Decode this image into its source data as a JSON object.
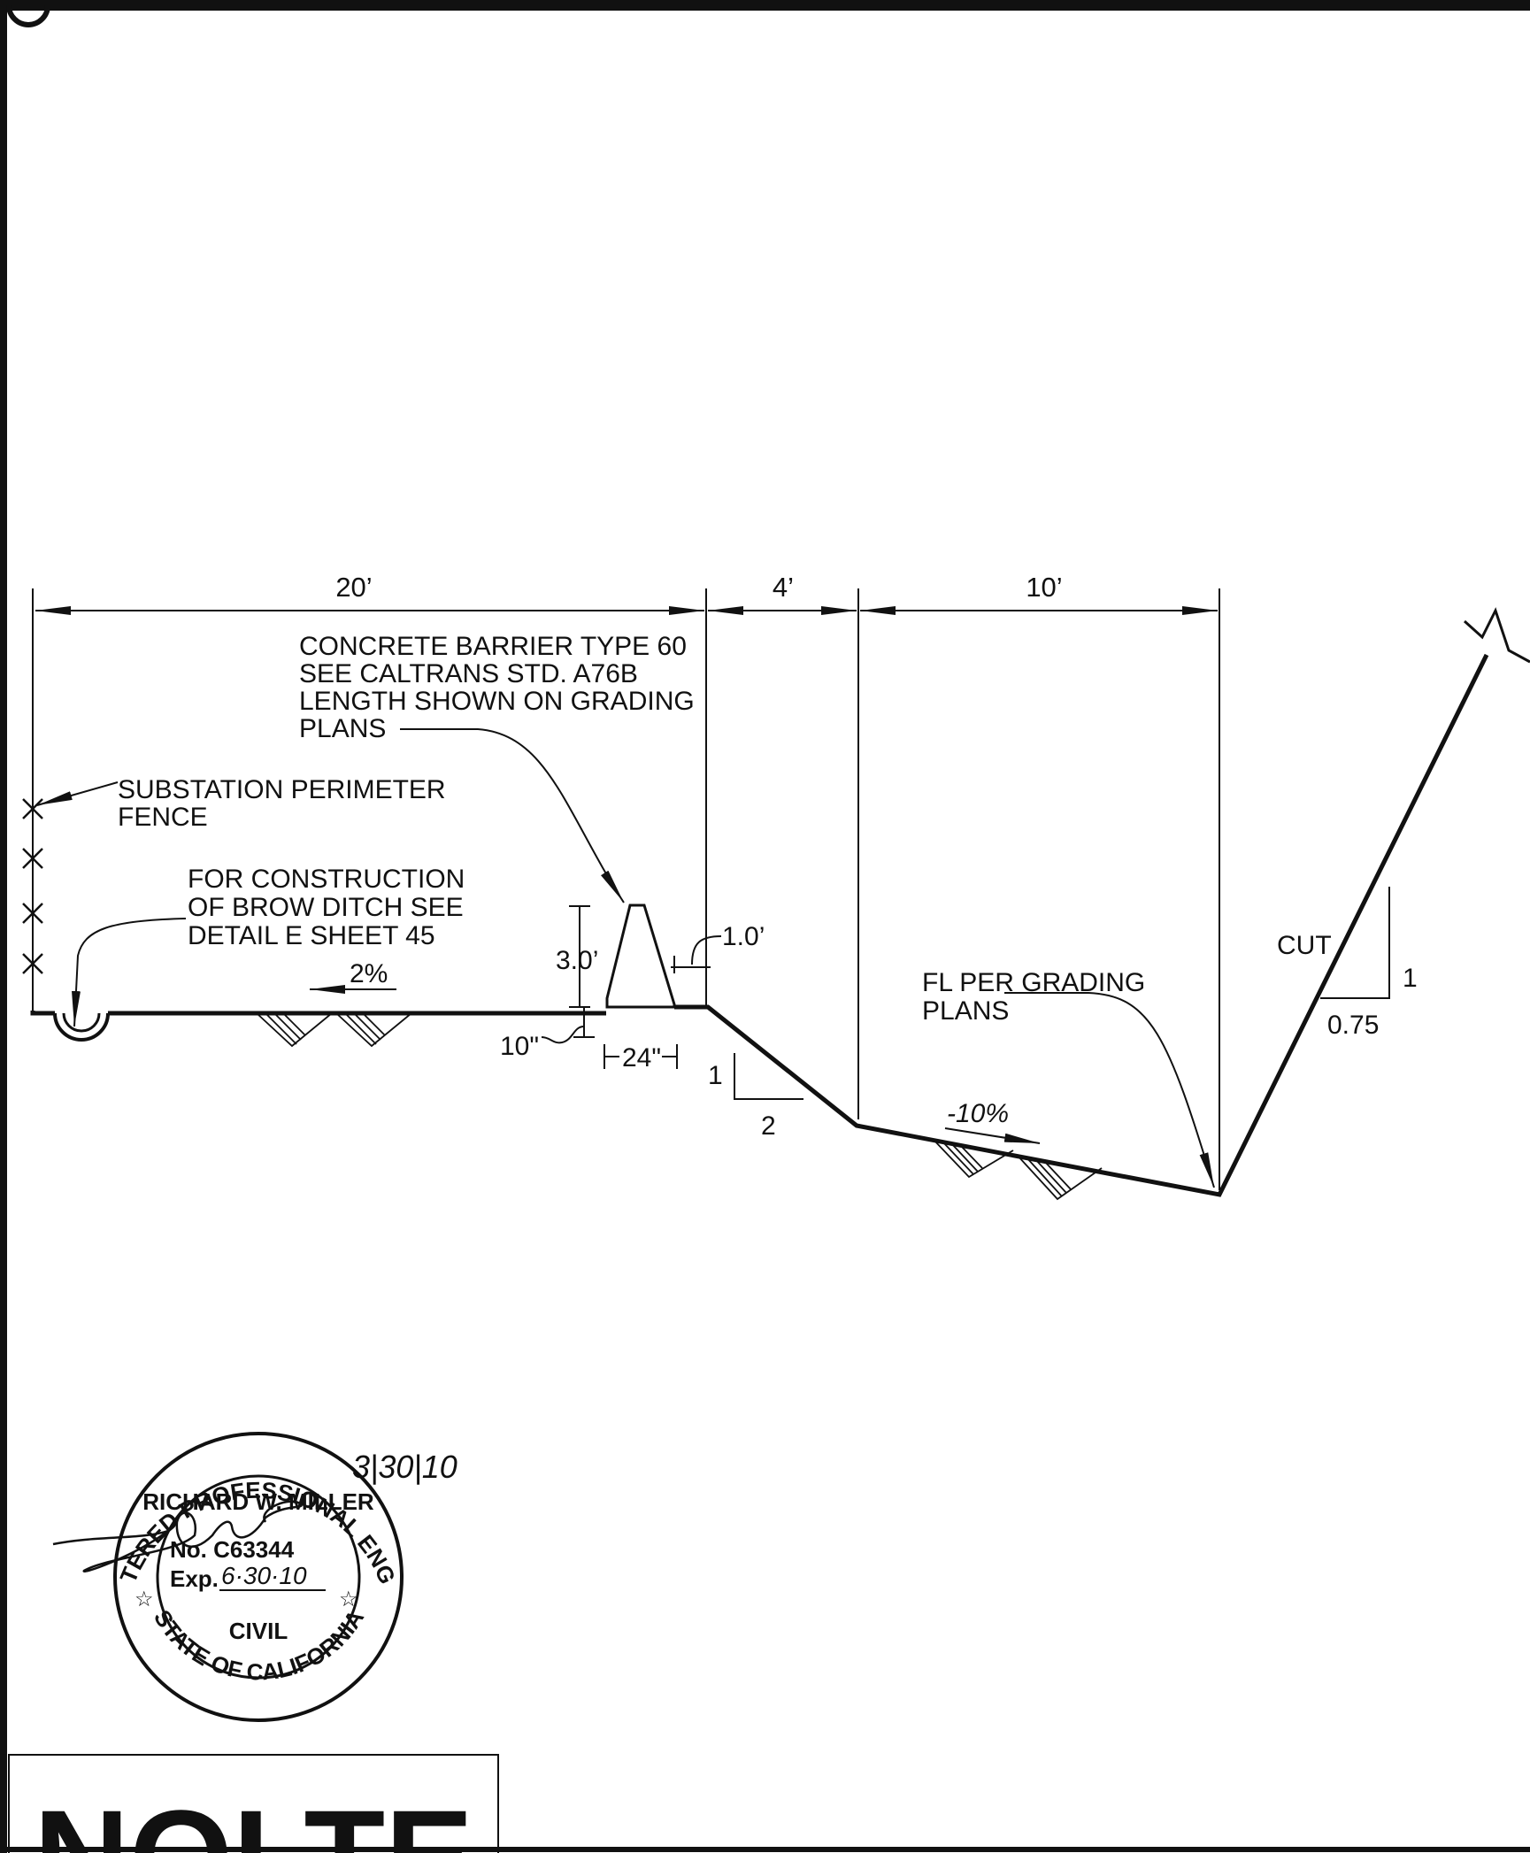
{
  "dimensions": {
    "width_20": "20’",
    "width_4": "4’",
    "width_10": "10’",
    "barrier_height": "3.0’",
    "offset_1": "1.0’",
    "depth_10": "10\"",
    "base_24": "24\""
  },
  "notes": {
    "barrier": [
      "CONCRETE BARRIER TYPE 60",
      "SEE CALTRANS STD. A76B",
      "LENGTH SHOWN ON GRADING",
      "PLANS"
    ],
    "fence": [
      "SUBSTATION PERIMETER",
      "FENCE"
    ],
    "brow_ditch": [
      "FOR CONSTRUCTION",
      "OF BROW DITCH SEE",
      "DETAIL E SHEET 45"
    ],
    "flowline": [
      "FL PER GRADING",
      "PLANS"
    ]
  },
  "slopes": {
    "pad_grade": "2%",
    "ditch_grade": "-10%",
    "fill_rise": "1",
    "fill_run": "2",
    "cut_label": "CUT",
    "cut_rise": "1",
    "cut_run": "0.75"
  },
  "seal": {
    "ring_top": "REGISTERED PROFESSIONAL ENGINEER",
    "ring_bottom": "STATE OF CALIFORNIA",
    "name": "RICHARD W. MILLER",
    "license": "No. C63344",
    "expiration_label": "Exp.",
    "expiration": "6·30·10",
    "discipline": "CIVIL",
    "sign_date": "3|30|10"
  },
  "logo": "NOLTE",
  "colors": {
    "ink": "#111111",
    "paper": "#ffffff"
  }
}
